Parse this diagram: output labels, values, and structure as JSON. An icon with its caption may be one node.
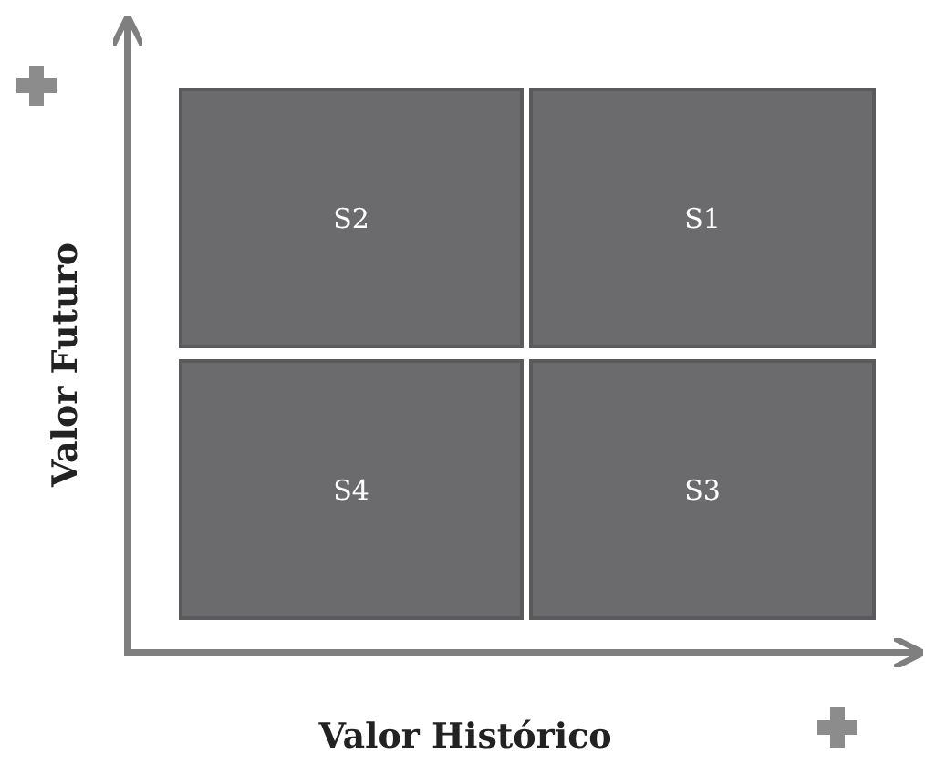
{
  "diagram": {
    "nodes": [
      {
        "text": [
          "S2"
        ]
      },
      {
        "text": [
          "S1"
        ]
      },
      {
        "text": [
          "S4"
        ]
      },
      {
        "text": [
          "S3"
        ]
      }
    ],
    "labels": [
      "Valor Futuro",
      "Valor Histórico"
    ]
  }
}
